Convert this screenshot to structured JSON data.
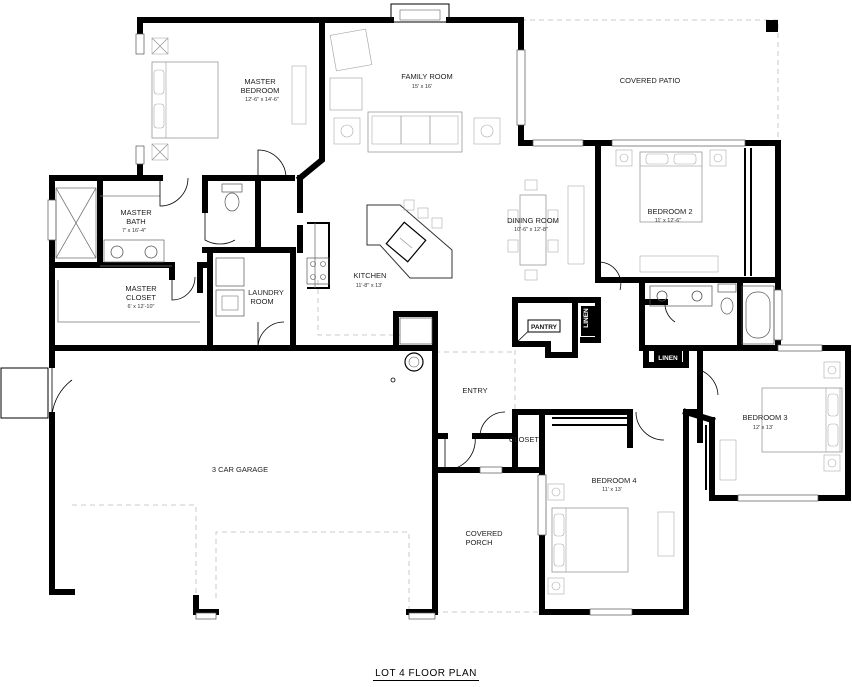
{
  "title": "LOT 4 FLOOR PLAN",
  "rooms": [
    {
      "id": "family-room",
      "name": "FAMILY ROOM",
      "dims": "15' x 16'"
    },
    {
      "id": "master-bedroom",
      "name": "MASTER BEDROOM",
      "lines": [
        "MASTER",
        "BEDROOM"
      ],
      "dims": "12'-6\" x 14'-6\""
    },
    {
      "id": "covered-patio",
      "name": "COVERED PATIO",
      "dims": ""
    },
    {
      "id": "master-bath",
      "name": "MASTER BATH",
      "lines": [
        "MASTER",
        "BATH"
      ],
      "dims": "7' x 16'-4\""
    },
    {
      "id": "master-closet",
      "name": "MASTER CLOSET",
      "lines": [
        "MASTER",
        "CLOSET"
      ],
      "dims": "6' x 12'-10\""
    },
    {
      "id": "laundry-room",
      "name": "LAUNDRY ROOM",
      "lines": [
        "LAUNDRY",
        "ROOM"
      ],
      "dims": ""
    },
    {
      "id": "kitchen",
      "name": "KITCHEN",
      "dims": "11'-8\" x 13'"
    },
    {
      "id": "dining-room",
      "name": "DINING ROOM",
      "dims": "10'-6\" x 12'-8\""
    },
    {
      "id": "bedroom-2",
      "name": "BEDROOM 2",
      "dims": "11' x 12'-6\""
    },
    {
      "id": "bedroom-3",
      "name": "BEDROOM 3",
      "dims": "12' x 13'"
    },
    {
      "id": "bedroom-4",
      "name": "BEDROOM 4",
      "dims": "11' x 13'"
    },
    {
      "id": "entry",
      "name": "ENTRY",
      "dims": ""
    },
    {
      "id": "closet",
      "name": "CLOSET",
      "dims": ""
    },
    {
      "id": "garage",
      "name": "3 CAR GARAGE",
      "dims": ""
    },
    {
      "id": "covered-porch",
      "name": "COVERED PORCH",
      "lines": [
        "COVERED",
        "PORCH"
      ],
      "dims": ""
    }
  ],
  "tags": {
    "pantry": "PANTRY",
    "linen_1": "LINEN",
    "linen_2": "LINEN"
  }
}
